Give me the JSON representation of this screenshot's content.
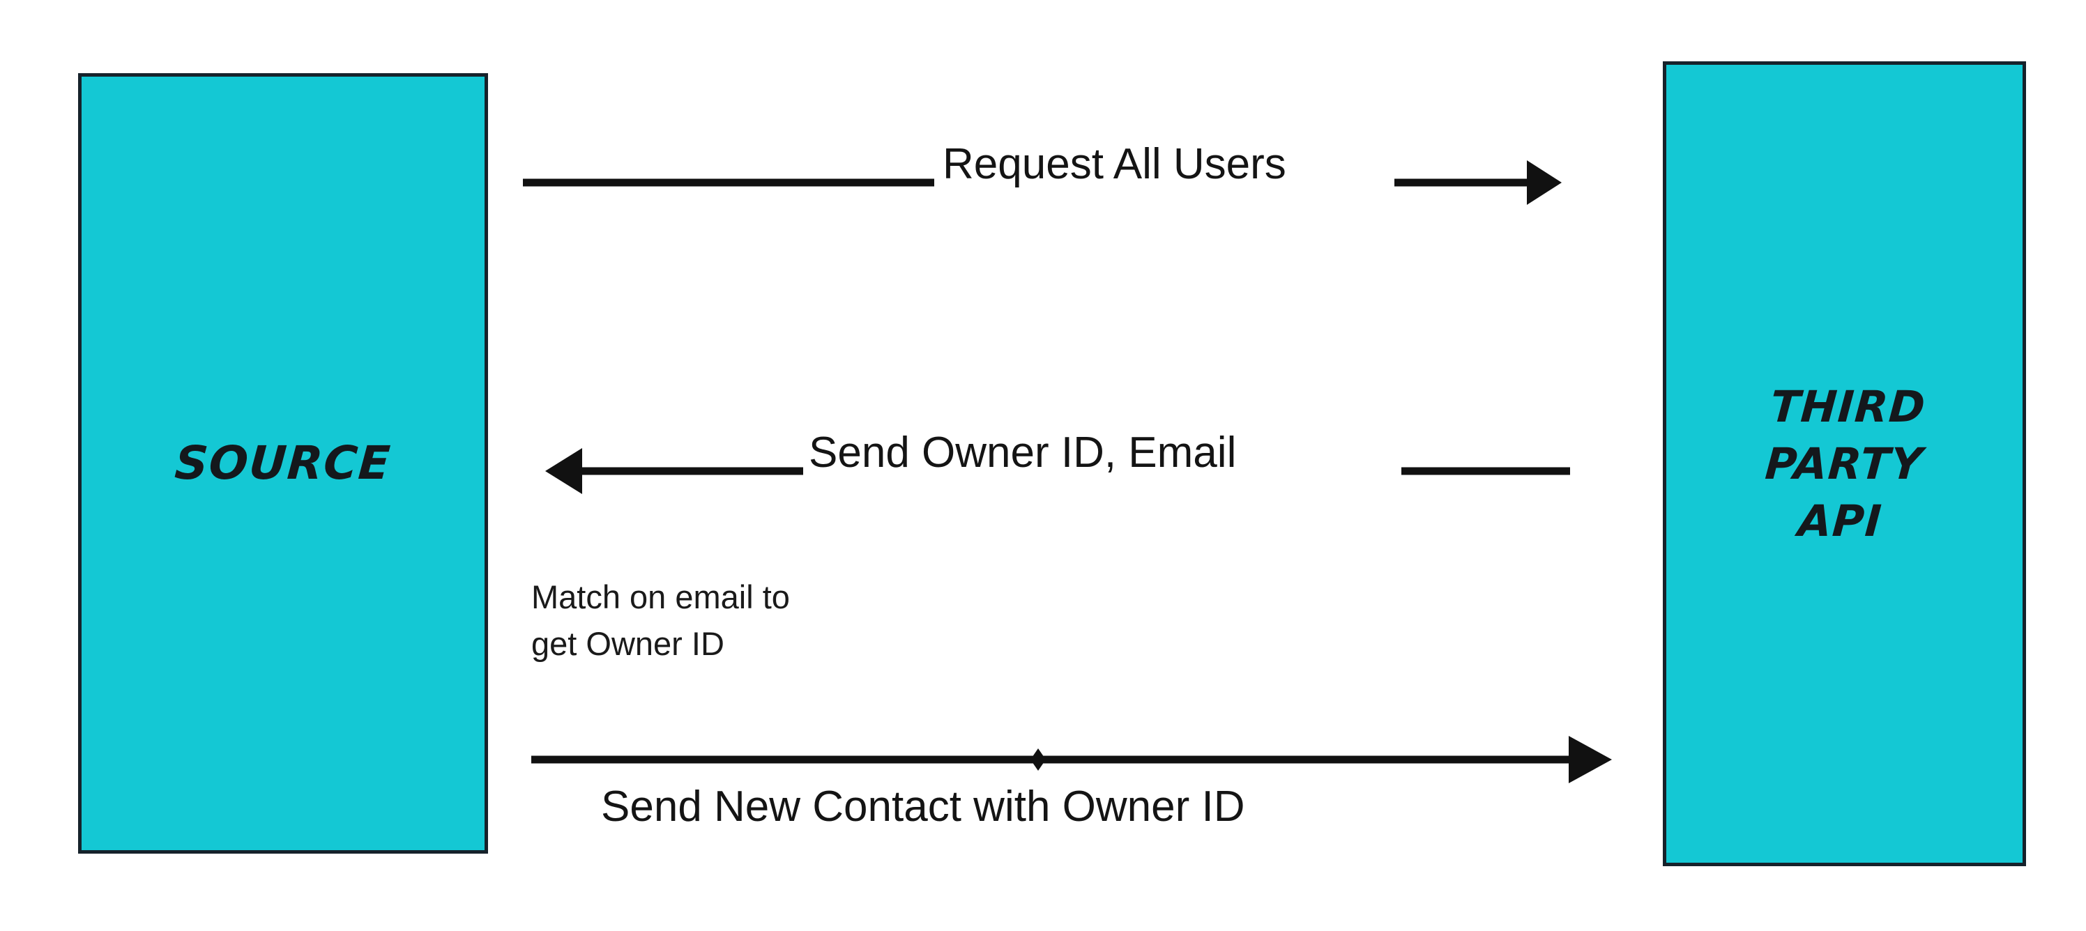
{
  "diagram": {
    "type": "sequence-flow",
    "background_color": "#ffffff",
    "accent_color": "#14c8d4",
    "stroke_color": "#16222b",
    "text_color": "#141414",
    "nodes": [
      {
        "id": "source",
        "label": "SOURCE",
        "fill": "#14c8d4",
        "border": "#16222b"
      },
      {
        "id": "third-party-api",
        "label": "THIRD PARTY API",
        "line_1": "THIRD",
        "line_2": "PARTY",
        "line_3": "API",
        "fill": "#14c8d4",
        "border": "#16222b"
      }
    ],
    "edges": [
      {
        "id": "request-all-users",
        "label": "Request All Users",
        "from": "source",
        "to": "third-party-api",
        "direction": "right"
      },
      {
        "id": "send-owner-id-email",
        "label": "Send Owner ID, Email",
        "from": "third-party-api",
        "to": "source",
        "direction": "left"
      },
      {
        "id": "send-new-contact",
        "label": "Send New Contact with Owner ID",
        "from": "source",
        "to": "third-party-api",
        "direction": "right",
        "has_midpoint_marker": true
      }
    ],
    "notes": [
      {
        "id": "match-on-email",
        "line_1": "Match on email to",
        "line_2": "get Owner ID",
        "text": "Match on email to\nget Owner ID"
      }
    ]
  }
}
